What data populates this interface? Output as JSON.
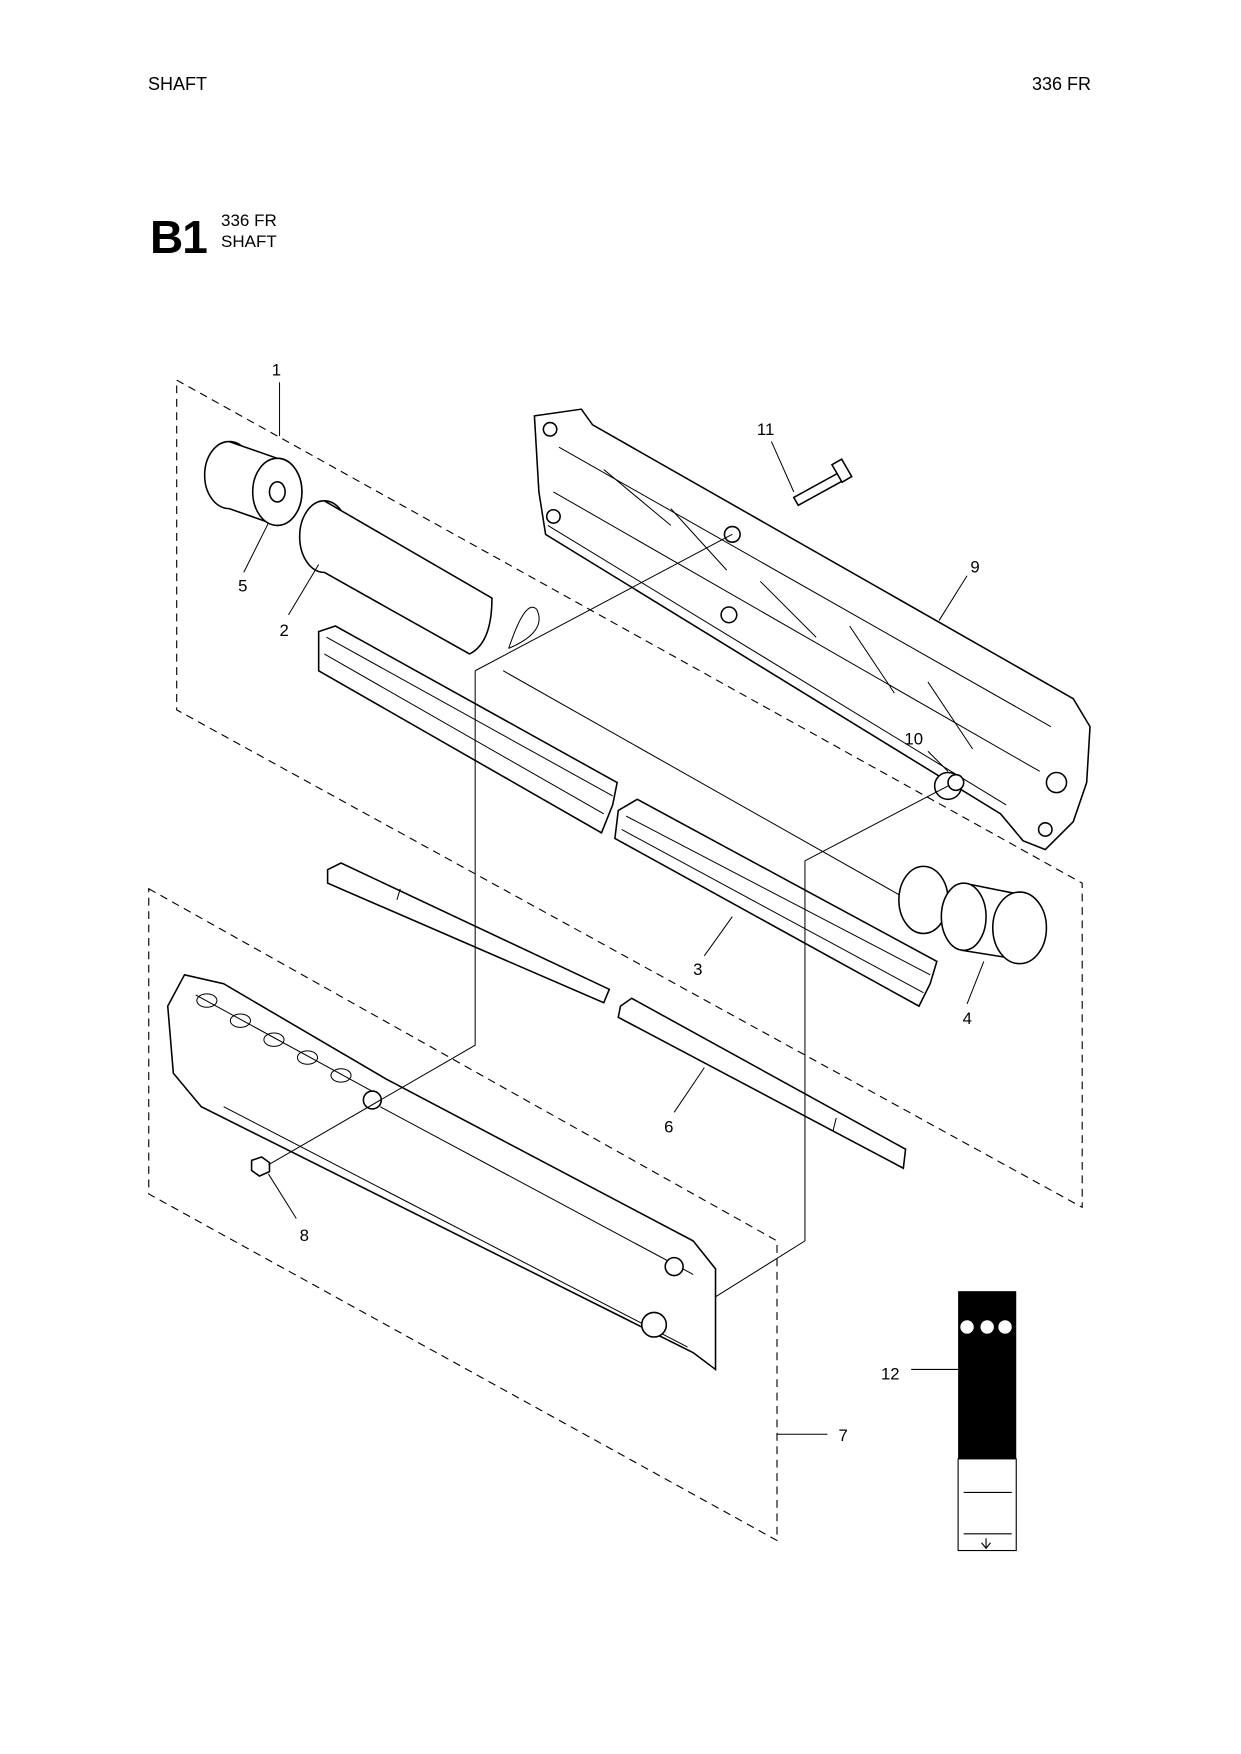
{
  "header": {
    "left": "SHAFT",
    "right": "336 FR"
  },
  "section": {
    "code": "B1",
    "model": "336 FR",
    "title": "SHAFT"
  },
  "callouts": {
    "p1": "1",
    "p2": "2",
    "p3": "3",
    "p4": "4",
    "p5": "5",
    "p6": "6",
    "p7": "7",
    "p8": "8",
    "p9": "9",
    "p10": "10",
    "p11": "11",
    "p12": "12"
  }
}
